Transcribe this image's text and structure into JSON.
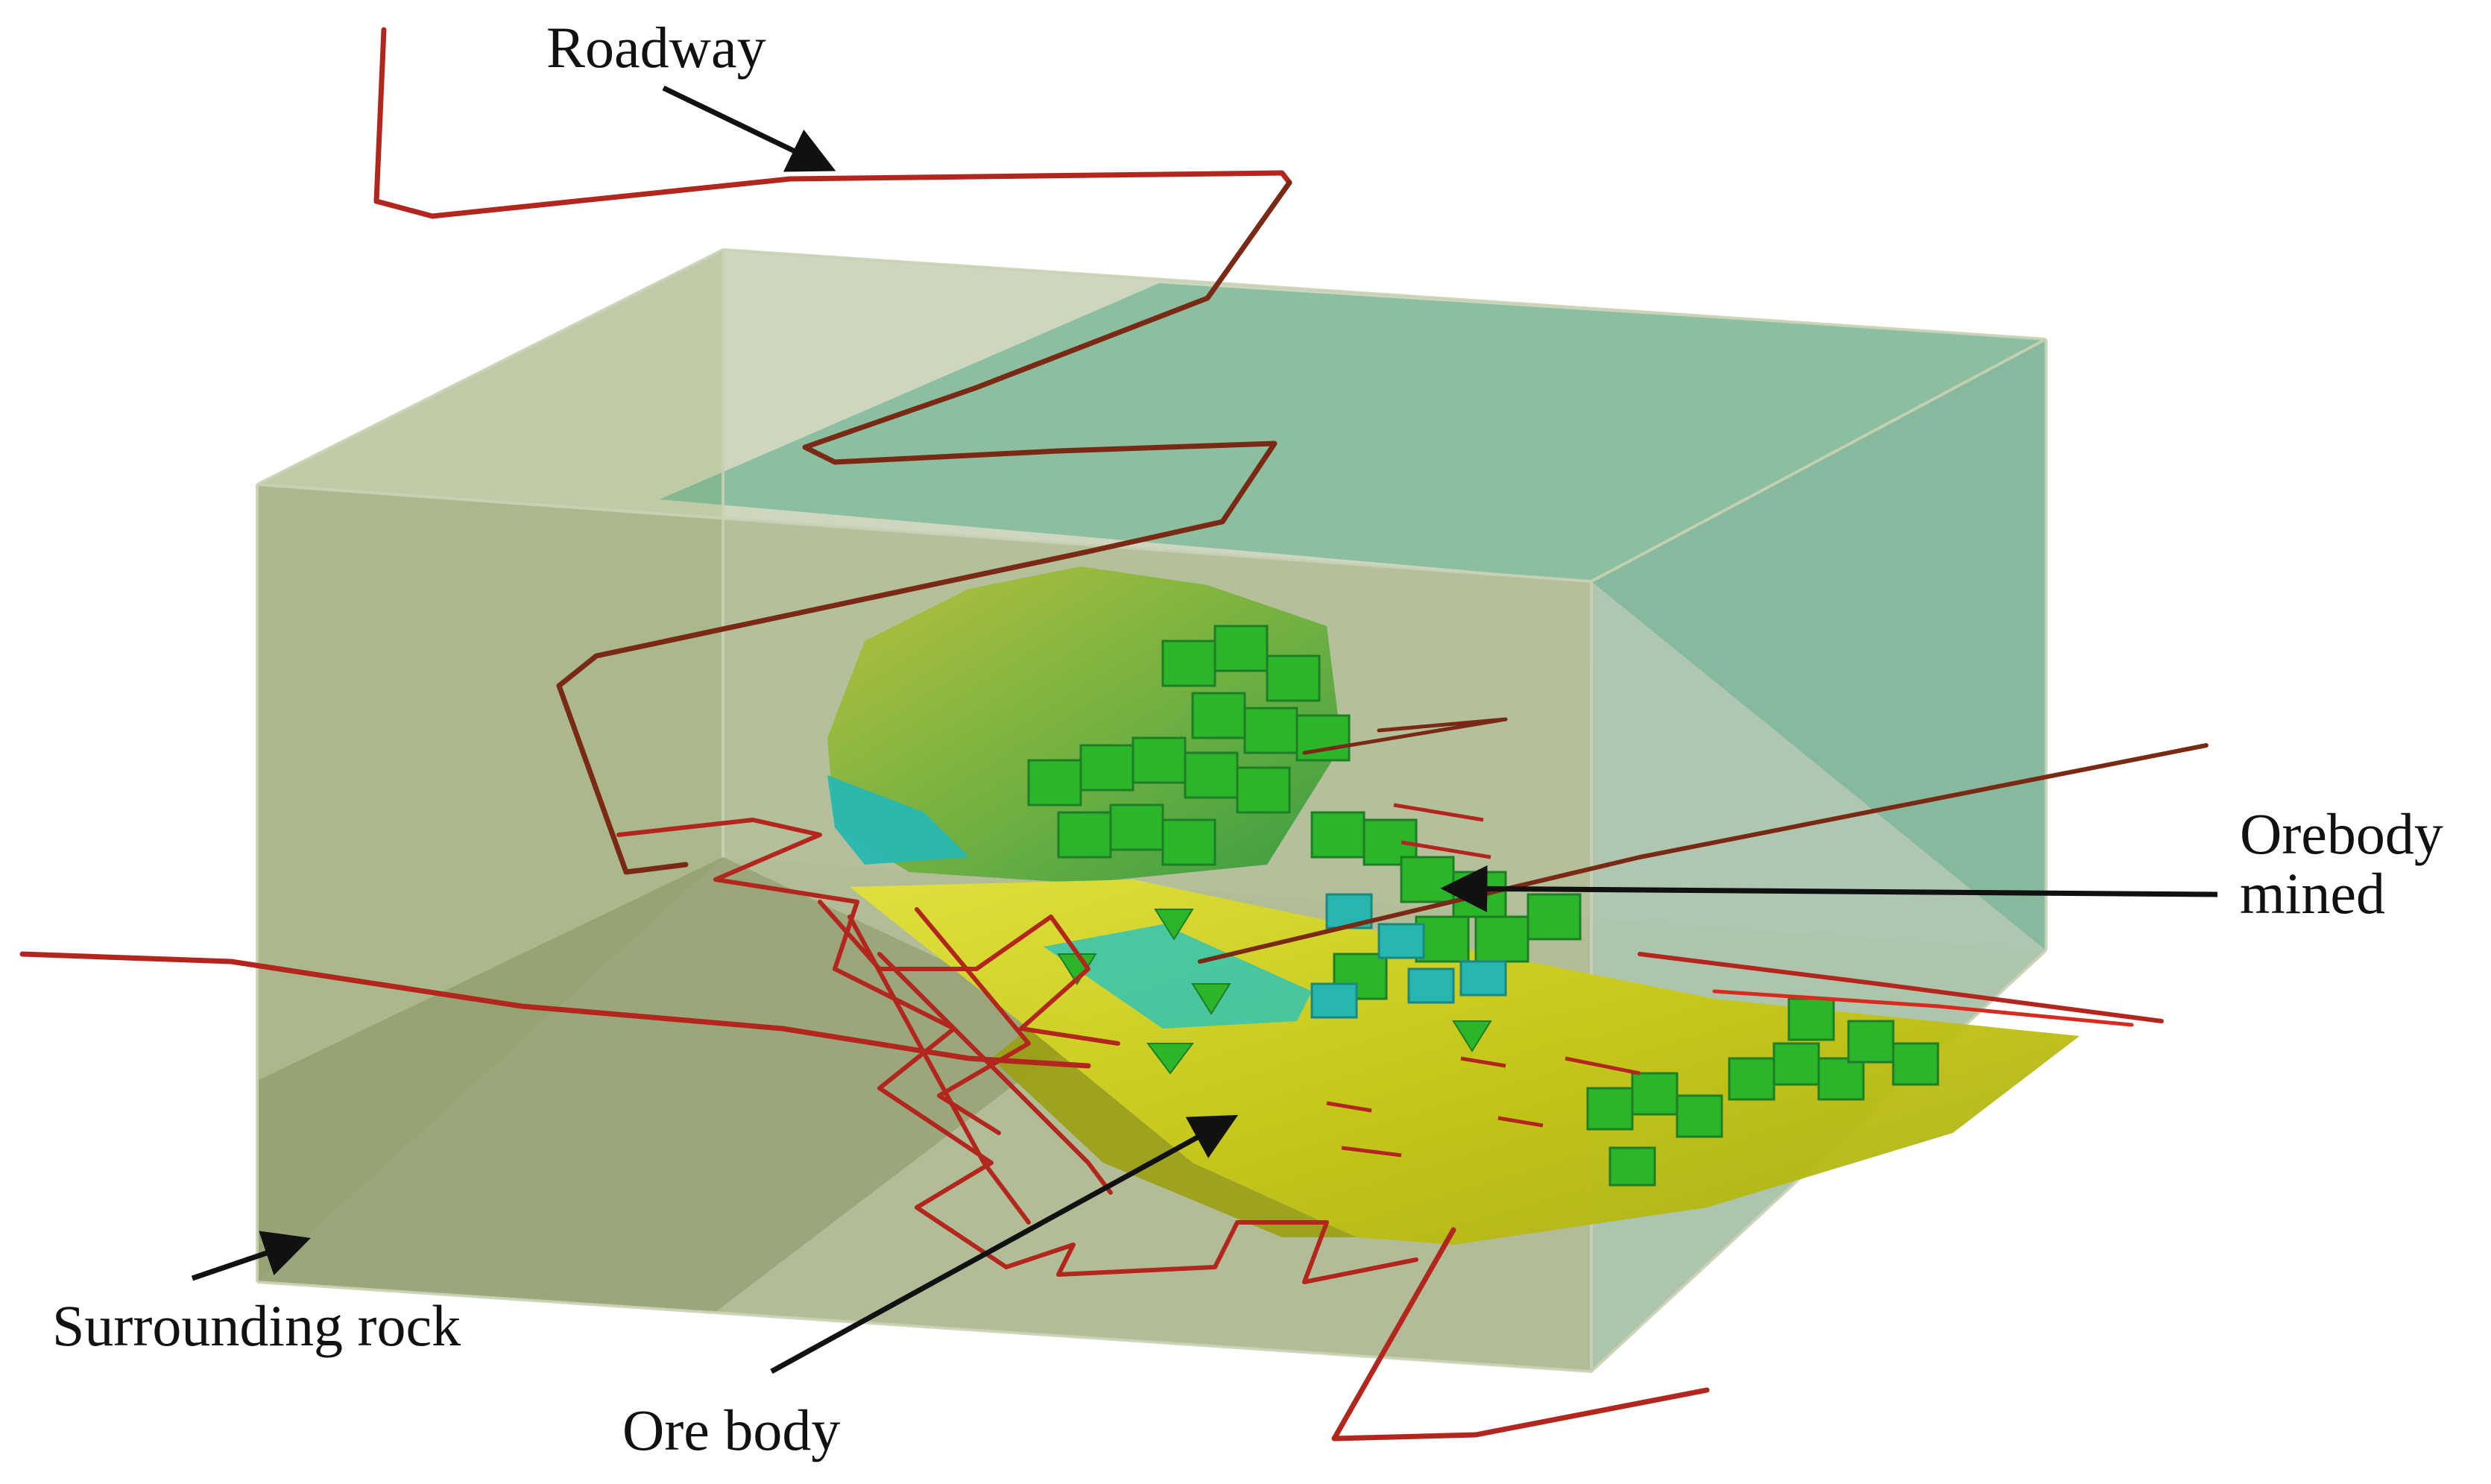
{
  "labels": {
    "roadway": "Roadway",
    "orebody_mined_line1": "Orebody",
    "orebody_mined_line2": "mined",
    "surrounding_rock": "Surrounding rock",
    "ore_body": "Ore body"
  },
  "colors": {
    "roadway": "#b3261e",
    "roadway_dark": "#7a2a14",
    "rock_block": "#8fa06a",
    "rock_top_face": "#3aa37a",
    "ore_yellow": "#d6d61e",
    "ore_green": "#2bb52b",
    "ore_cyan": "#27b7b0"
  }
}
